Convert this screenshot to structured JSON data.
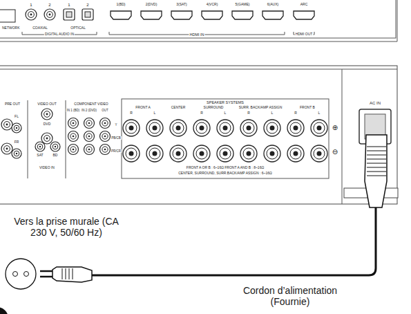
{
  "diagram": {
    "labels": [
      "1",
      "2",
      "1",
      "2",
      "NETWORK",
      "COAXIAL",
      "OPTICAL",
      "DIGITAL AUDIO IN",
      "1(BD)",
      "2(DVD)",
      "3(SAT)",
      "4(VCR)",
      "5(GAME)",
      "6(AUX)",
      "ARC",
      "HDMI IN",
      "HDMI OUT",
      "PRE OUT",
      "VIDEO OUT",
      "COMPONENT VIDEO",
      "IN 1 (BD)",
      "IN 2 (DVD)",
      "OUT",
      "Y",
      "PB/CB",
      "PR/CR",
      "FL",
      "FR",
      "DVD",
      "SAT",
      "BD",
      "VIDEO IN",
      "SPEAKER SYSTEMS",
      "FRONT A",
      "CENTER",
      "SURROUND",
      "SURR. BACK/AMP ASSIGN",
      "FRONT B",
      "R",
      "L",
      "R",
      "L",
      "R",
      "L",
      "R",
      "L",
      "⊕",
      "⊖",
      "FRONT A OR B : 6~16Ω   FRONT A AND B : 8~16Ω",
      "CENTER, SURROUND, SURR.BACK/AMP ASSIGN : 6~16Ω",
      "AC IN",
      "Vers la prise murale (CA 230 V, 50/60 Hz)",
      "Cordon d’alimentation (Fournie)"
    ]
  }
}
